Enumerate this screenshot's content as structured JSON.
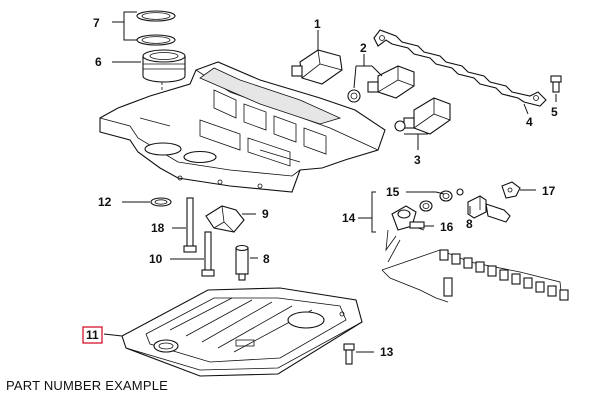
{
  "caption": "PART NUMBER EXAMPLE",
  "highlight_color": "#d0021b",
  "labels": {
    "l1": "1",
    "l2": "2",
    "l3": "3",
    "l4": "4",
    "l5": "5",
    "l6": "6",
    "l7": "7",
    "l8a": "8",
    "l8b": "8",
    "l9": "9",
    "l10": "10",
    "l11": "11",
    "l12": "12",
    "l13": "13",
    "l14": "14",
    "l15": "15",
    "l16": "16",
    "l17": "17",
    "l18": "18"
  }
}
